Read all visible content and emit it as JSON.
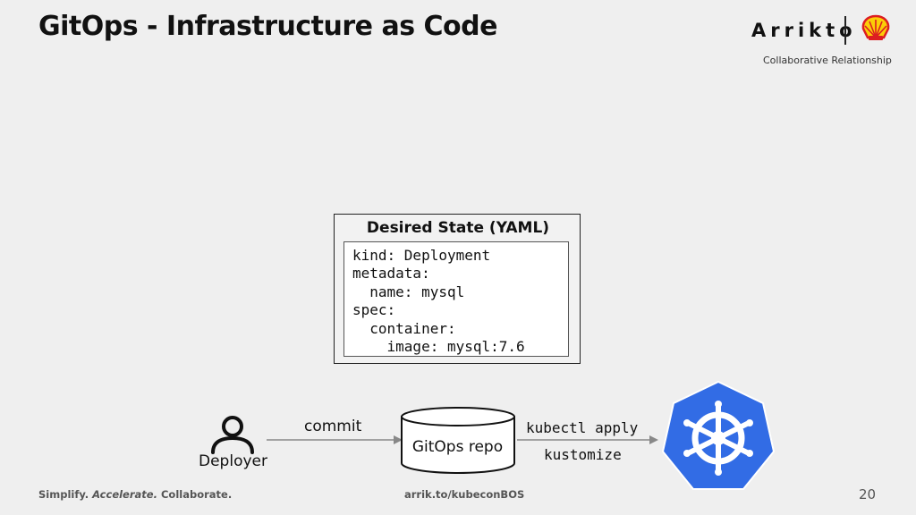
{
  "header": {
    "title": "GitOps - Infrastructure as Code",
    "brand_name": "Arrikto",
    "brand_subtitle": "Collaborative Relationship"
  },
  "yaml_panel": {
    "title": "Desired State (YAML)",
    "lines": [
      "kind: Deployment",
      "metadata:",
      "  name: mysql",
      "spec:",
      "  container:",
      "    image: mysql:7.6"
    ]
  },
  "flow": {
    "actor_label": "Deployer",
    "commit_label": "commit",
    "repo_label": "GitOps repo",
    "apply_label": "kubectl apply",
    "kustomize_label": "kustomize"
  },
  "footer": {
    "tagline_part1": "Simplify. ",
    "tagline_part2": "Accelerate.",
    "tagline_part3": " Collaborate.",
    "link": "arrik.to/kubeconBOS",
    "page_number": "20"
  },
  "colors": {
    "background": "#efefef",
    "kubernetes_blue": "#326ce5",
    "shell_red": "#dd1d21",
    "shell_yellow": "#fbce07"
  },
  "icons": [
    "person-icon",
    "kubernetes-helm-icon",
    "shell-logo-icon",
    "database-cylinder-icon"
  ]
}
